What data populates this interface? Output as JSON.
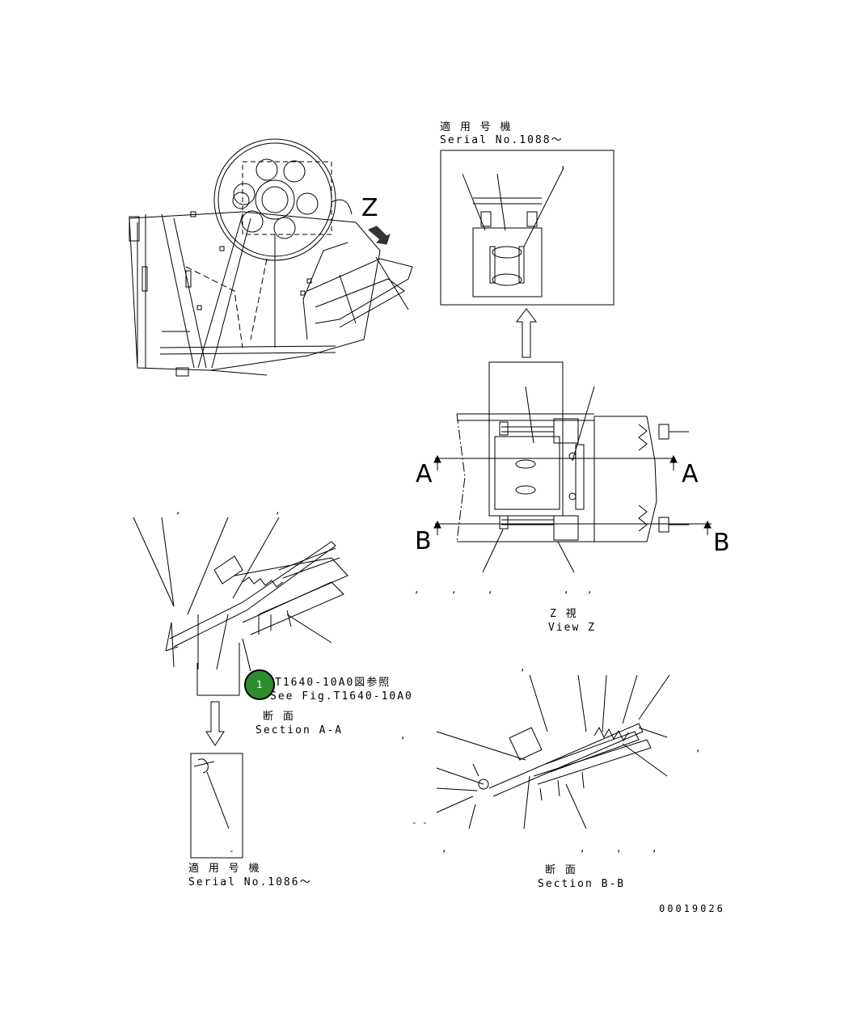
{
  "labels": {
    "z_serial_jp": "適 用 号 機",
    "z_serial_en": "Serial No.1088～",
    "z_arrow_letter": "Z",
    "view_z_jp": "Z  視",
    "view_z_en": "View Z",
    "section_a_left": "A",
    "section_a_right": "A",
    "section_b_left": "B",
    "section_b_right": "B",
    "see_fig_jp": "T1640-10A0図参照",
    "see_fig_en": "See Fig.T1640-10A0",
    "section_aa_jp": "断  面",
    "section_aa_en": "Section A-A",
    "aa_serial_jp": "適 用 号 機",
    "aa_serial_en": "Serial No.1086～",
    "section_bb_jp": "断  面",
    "section_bb_en": "Section B-B",
    "drawing_number": "00019026",
    "callout_badge": "1",
    "dash_mark": "-",
    "double_dash": "- -",
    "comma": ","
  },
  "colors": {
    "line": "#000000",
    "badge_fill": "#2e8b2e",
    "arrow_fill": "#333333"
  }
}
